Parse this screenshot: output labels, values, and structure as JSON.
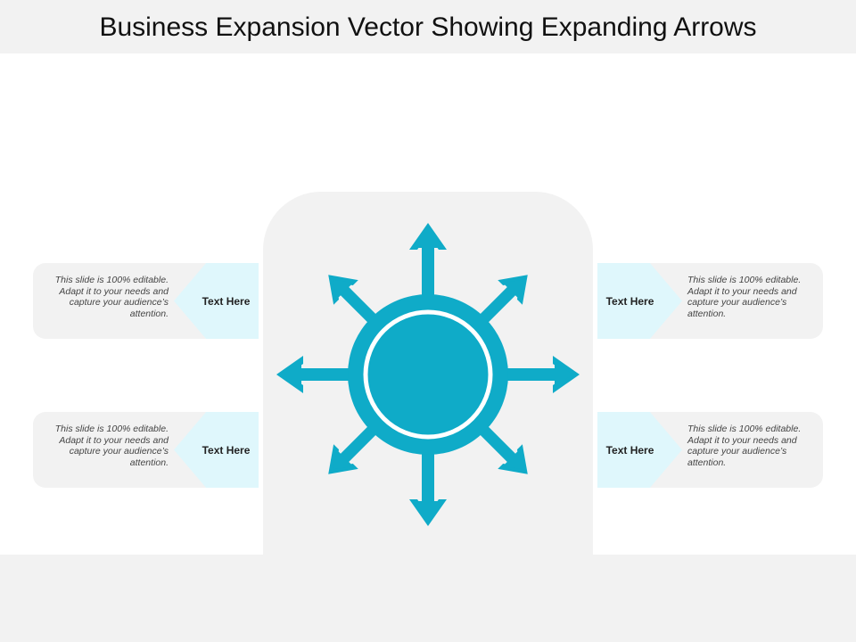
{
  "title": "Business Expansion Vector Showing Expanding Arrows",
  "colors": {
    "accent": "#0fabc8",
    "label_fill": "#dff7fc",
    "panel": "#f2f2f2"
  },
  "diagram": {
    "arrow_directions": [
      "up",
      "up-right",
      "right",
      "down-right",
      "down",
      "down-left",
      "left",
      "up-left"
    ],
    "center_icon": "expanding-arrows-icon"
  },
  "items": [
    {
      "side": "left",
      "label": "Text Here",
      "description": "This slide is 100% editable. Adapt it to your needs and capture your audience’s attention."
    },
    {
      "side": "left",
      "label": "Text Here",
      "description": "This slide is 100% editable. Adapt it to your needs and capture your audience’s attention."
    },
    {
      "side": "right",
      "label": "Text Here",
      "description": "This slide is 100% editable. Adapt it to your needs and capture your audience’s attention."
    },
    {
      "side": "right",
      "label": "Text Here",
      "description": "This slide is 100% editable. Adapt it to your needs and capture your audience’s attention."
    }
  ]
}
